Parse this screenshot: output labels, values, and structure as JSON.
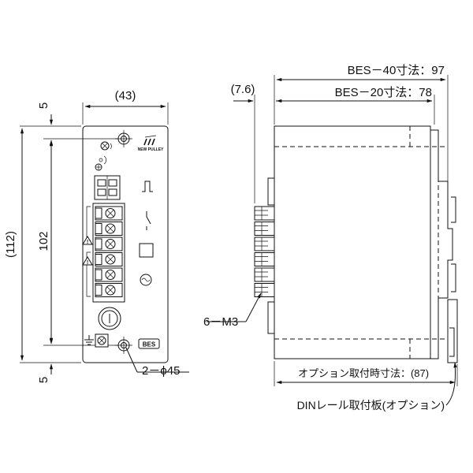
{
  "front_view": {
    "width_dim": "(43)",
    "top_margin_dim": "5",
    "bottom_margin_dim": "5",
    "height_dim": "102",
    "total_height_dim": "(112)",
    "hole_callout": "2－ϕ45",
    "brand_badge": "BES",
    "logo_text": "NEW PULLEY",
    "symbols": [
      "pulse-symbol",
      "switch-symbol",
      "coil-symbol",
      "ac-source-symbol"
    ]
  },
  "side_view": {
    "offset_dim": "(7.6)",
    "bes40_dim": "BES－40寸法：97",
    "bes20_dim": "BES－20寸法：78",
    "screw_callout": "6－M3",
    "option_dim": "オプション取付時寸法：(87)",
    "din_rail_label": "DINレール取付板(オプション)"
  }
}
